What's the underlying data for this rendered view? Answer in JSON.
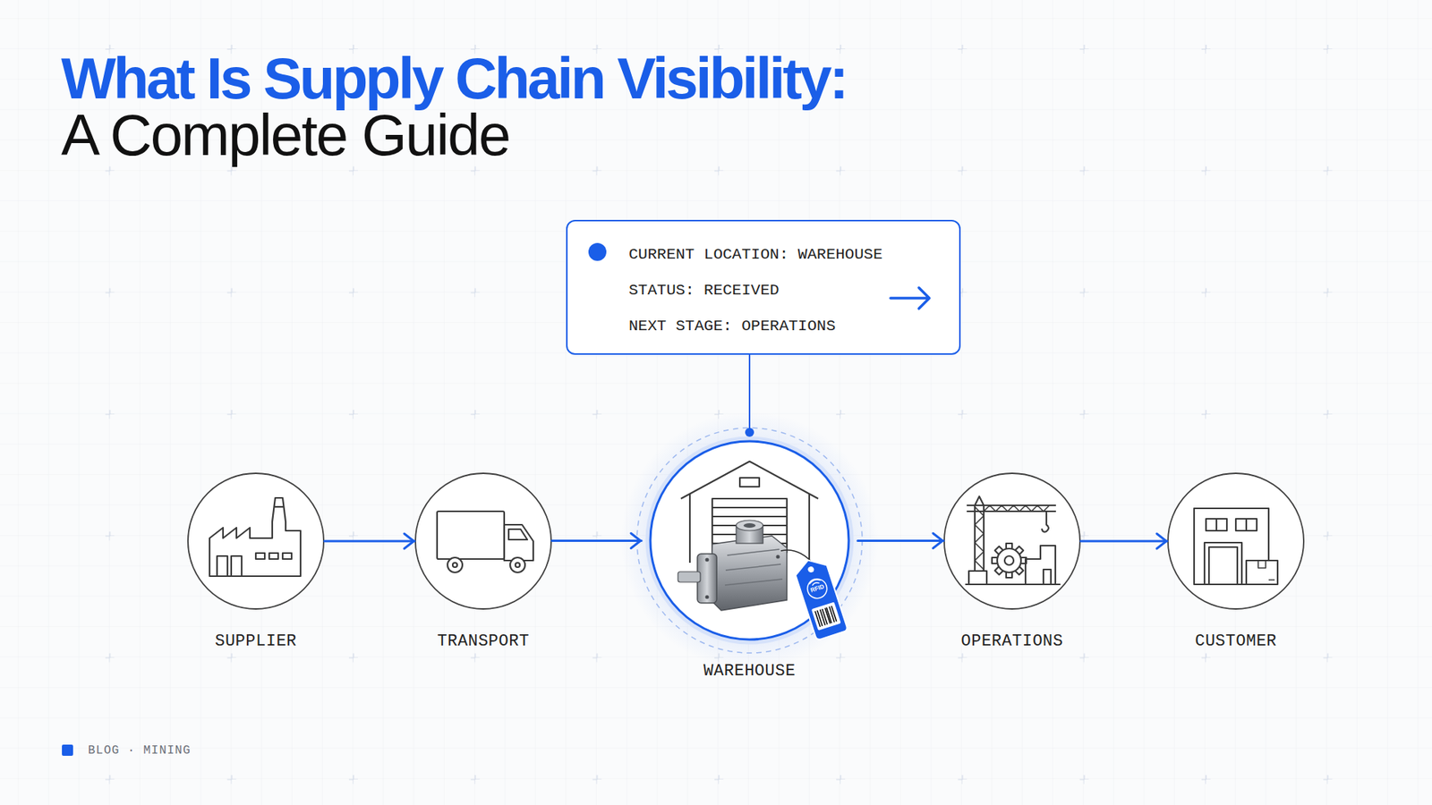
{
  "diagram": {
    "title": "What Is Supply Chain Visibility:",
    "nodes": [
      {
        "text": [
          "CURRENT LOCATION: WAREHOUSE",
          "STATUS: RECEIVED",
          "NEXT STAGE: OPERATIONS"
        ]
      },
      {
        "text": [
          "SUPPLIER"
        ]
      },
      {
        "text": [
          "TRANSPORT"
        ]
      },
      {
        "text": [
          "WAREHOUSE"
        ]
      },
      {
        "text": [
          "OPERATIONS"
        ]
      },
      {
        "text": [
          "CUSTOMER"
        ]
      }
    ],
    "edges": [
      {
        "from": 0,
        "to": 3,
        "arrow": "none"
      },
      {
        "from": 1,
        "to": 2,
        "arrow": "to"
      },
      {
        "from": 2,
        "to": 3,
        "arrow": "to"
      },
      {
        "from": 3,
        "to": 4,
        "arrow": "to"
      },
      {
        "from": 4,
        "to": 5,
        "arrow": "to"
      }
    ],
    "labels": [
      "A Complete Guide",
      "BLOG · MINING",
      "RFID"
    ]
  }
}
